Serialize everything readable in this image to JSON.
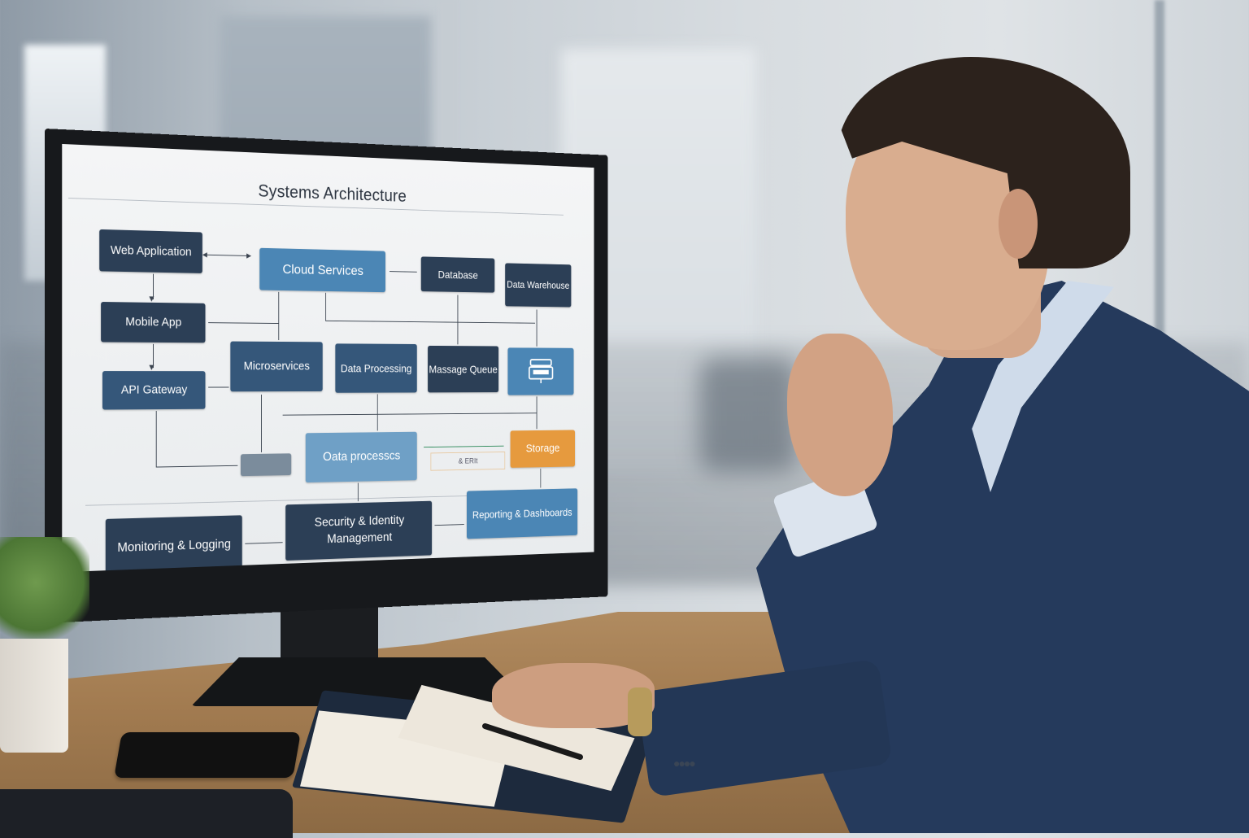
{
  "scene": {
    "description": "Man in navy blazer viewing a systems architecture diagram on a desktop monitor",
    "objects": [
      "monitor",
      "plant",
      "smartphone",
      "notebook",
      "pen",
      "wristwatch",
      "desk"
    ]
  },
  "diagram": {
    "title": "Systems Architecture",
    "nodes": {
      "web_app": "Web Application",
      "cloud_services": "Cloud Services",
      "database": "Database",
      "data_warehouse": "Data Warehouse",
      "mobile_app": "Mobile App",
      "microservices": "Microservices",
      "data_processing": "Data Processing",
      "message_queue": "Massage Queue",
      "server_icon_node": "",
      "api_gateway": "API Gateway",
      "small_grey_node": "",
      "data_process_2": "Oata processcs",
      "storage": "Storage",
      "link_label": "& ERIt",
      "monitoring": "Monitoring & Logging",
      "security": "Security & Identity Management",
      "reporting": "Reporting & Dashboards"
    },
    "colors": {
      "dark_node": "#2c3f56",
      "mid_node": "#35577a",
      "light_node": "#4b86b5",
      "pale_node": "#6fa0c6",
      "storage_orange": "#e69a3e",
      "screen_bg": "#f4f5f6"
    }
  }
}
